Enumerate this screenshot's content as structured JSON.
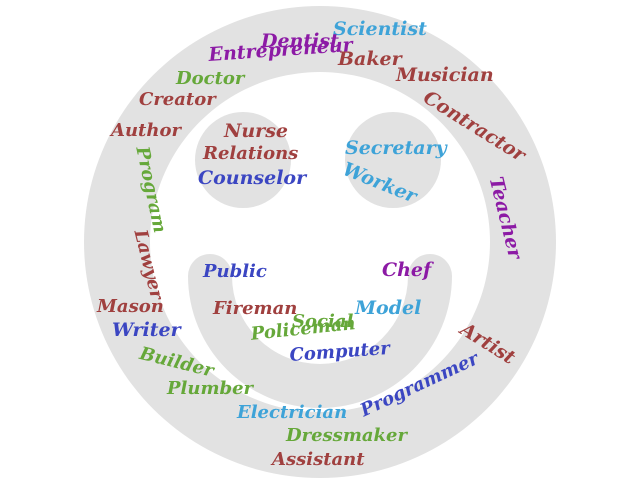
{
  "colors": {
    "face": "#e2e2e2",
    "background": "#ffffff",
    "maroon": "#a0403f",
    "purple": "#8c1aa5",
    "sky": "#3ea3d8",
    "green": "#66a83a",
    "blue": "#3b46c2"
  },
  "words": {
    "scientist": "Scientist",
    "dentist": "Dentist",
    "entrepreneur": "Entrepreneur",
    "baker": "Baker",
    "musician": "Musician",
    "doctor": "Doctor",
    "creator": "Creator",
    "contractor": "Contractor",
    "author": "Author",
    "nurse": "Nurse",
    "relations": "Relations",
    "counselor": "Counselor",
    "secretary": "Secretary",
    "worker": "Worker",
    "teacher": "Teacher",
    "program": "Program",
    "lawyer": "Lawyer",
    "public": "Public",
    "chef": "Chef",
    "fireman": "Fireman",
    "model": "Model",
    "social": "Social",
    "policeman": "Policeman",
    "mason": "Mason",
    "writer": "Writer",
    "builder": "Builder",
    "artist": "Artist",
    "computer": "Computer",
    "plumber": "Plumber",
    "programmer": "Programmer",
    "electrician": "Electrician",
    "dressmaker": "Dressmaker",
    "assistant": "Assistant"
  }
}
